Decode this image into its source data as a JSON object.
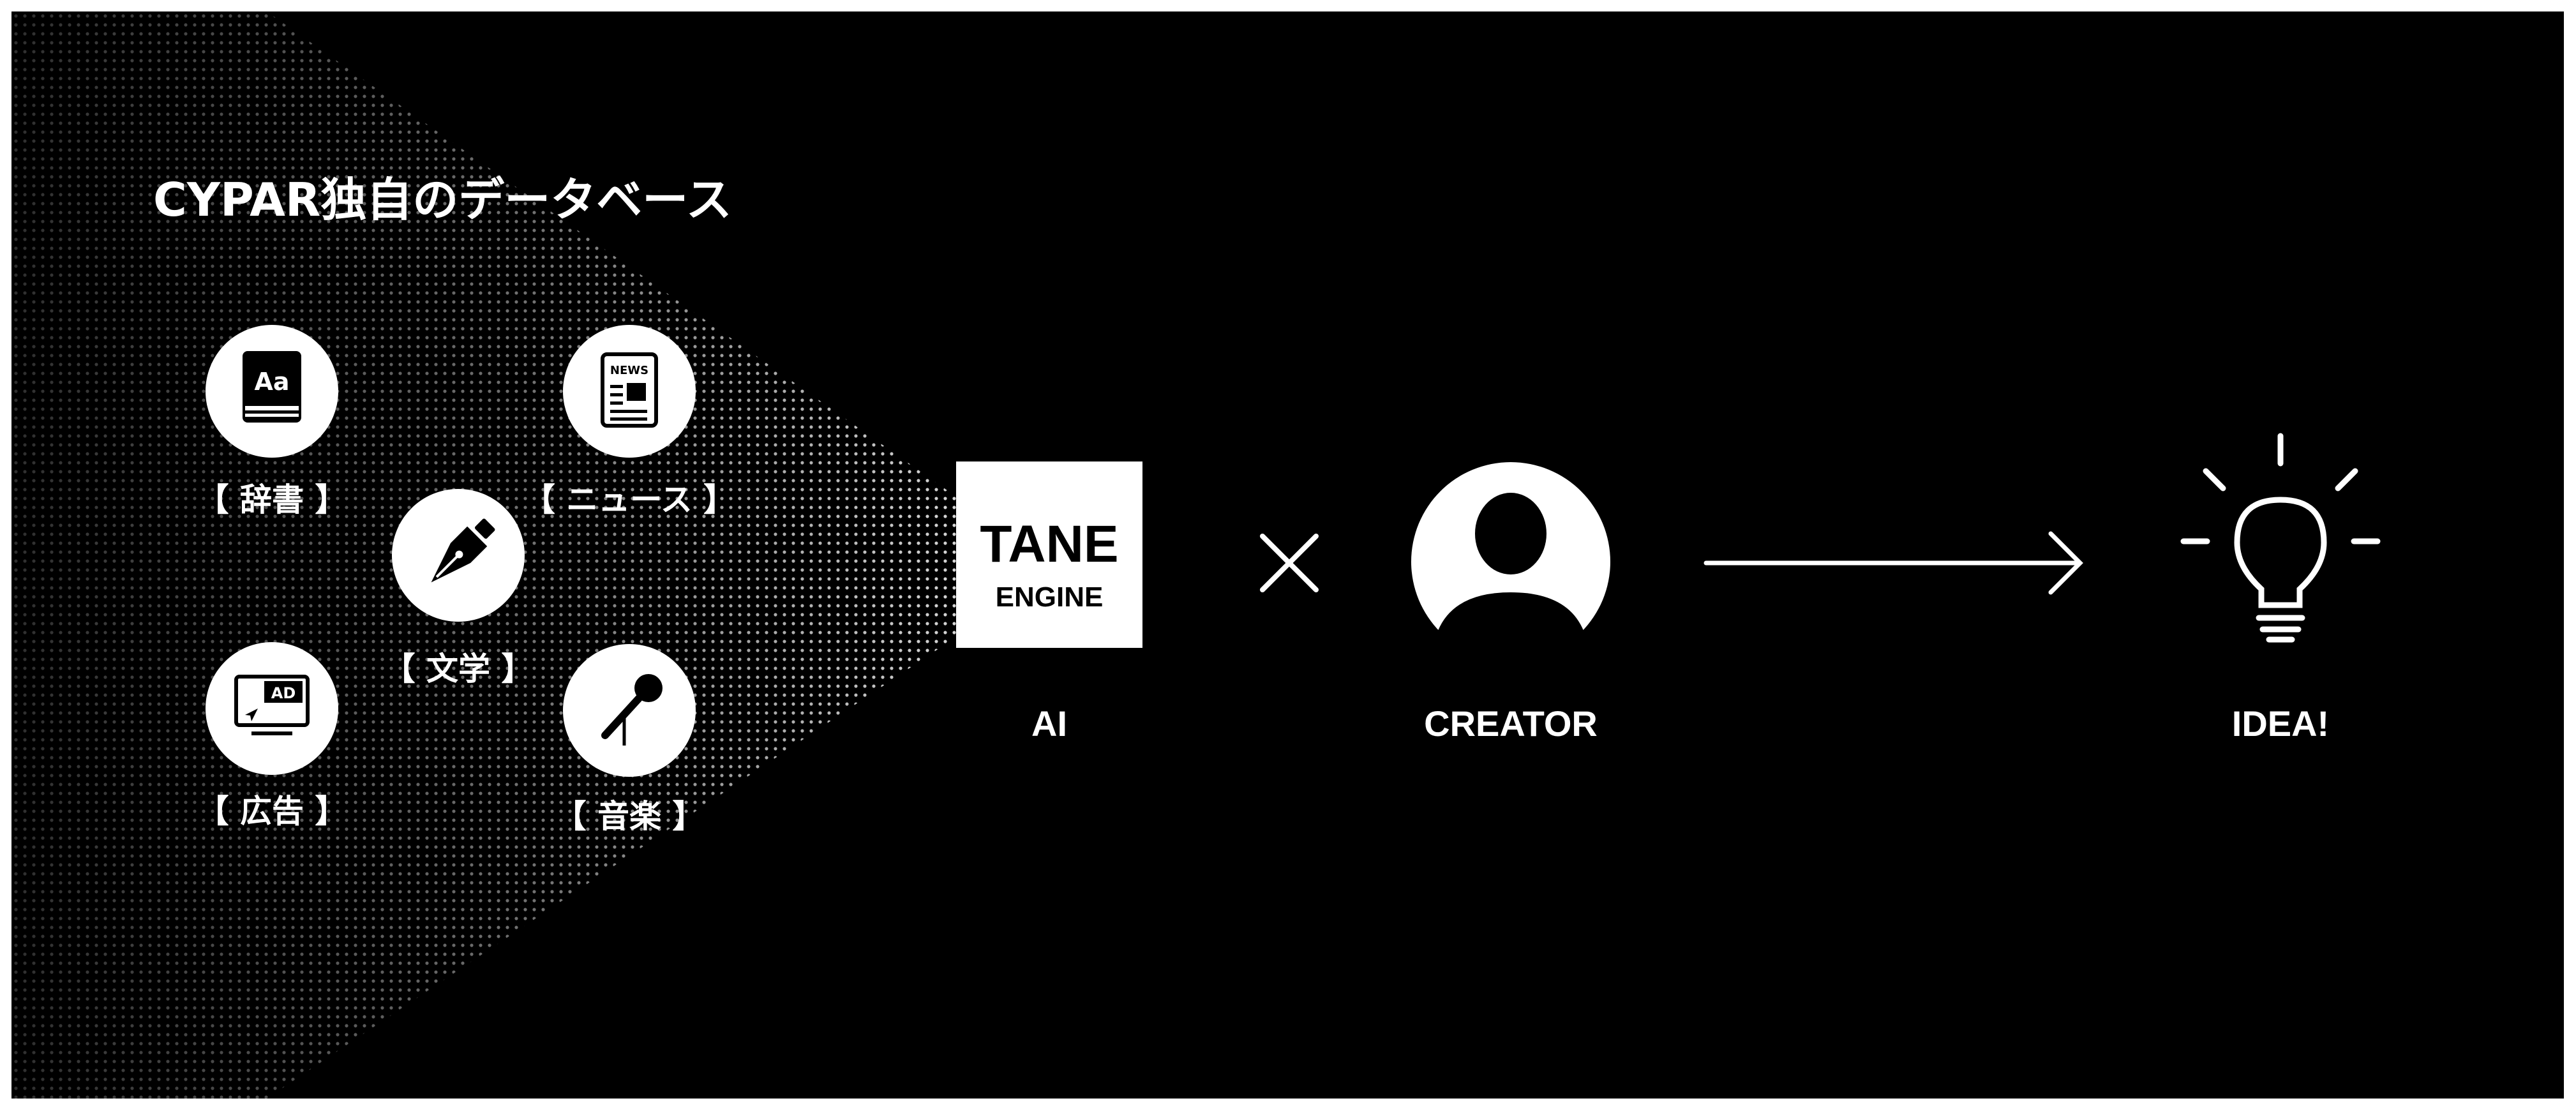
{
  "diagram": {
    "database_title": "CYPAR独自のデータベース",
    "sources": [
      {
        "key": "dictionary",
        "icon": "dictionary-book-icon",
        "label": "【 辞書 】"
      },
      {
        "key": "news",
        "icon": "newspaper-icon",
        "label": "【 ニュース 】"
      },
      {
        "key": "literature",
        "icon": "fountain-pen-icon",
        "label": "【 文学 】"
      },
      {
        "key": "advertising",
        "icon": "ad-monitor-icon",
        "label": "【 広告 】"
      },
      {
        "key": "music",
        "icon": "microphone-icon",
        "label": "【 音楽 】"
      }
    ],
    "icon_text": {
      "book": "Aa",
      "news": "NEWS",
      "ad": "AD"
    },
    "engine": {
      "line1": "TANE",
      "line2": "ENGINE",
      "caption": "AI"
    },
    "operator": "×",
    "creator": {
      "caption": "CREATOR",
      "icon": "person-icon"
    },
    "arrow": {
      "icon": "right-arrow-icon"
    },
    "idea": {
      "caption": "IDEA!",
      "icon": "lightbulb-icon"
    },
    "colors": {
      "background": "#000000",
      "foreground": "#ffffff",
      "page": "#ffffff"
    }
  }
}
